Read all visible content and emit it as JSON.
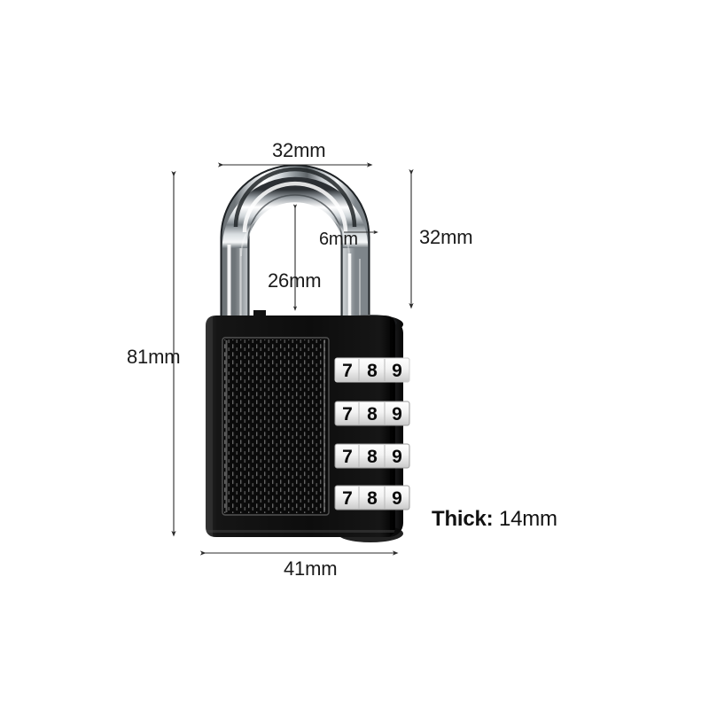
{
  "image": {
    "subject": "combination padlock dimension diagram",
    "background_color": "#ffffff"
  },
  "dimensions": {
    "shackle_width": "32mm",
    "shackle_height": "32mm",
    "shackle_thickness": "6mm",
    "shackle_clearance": "26mm",
    "body_height": "81mm",
    "body_width": "41mm"
  },
  "thickness_note": {
    "label": "Thick:",
    "value": " 14mm"
  },
  "lock": {
    "body_color": "#111111",
    "shackle_color": "#c8ccd0",
    "dial_strip_color": "#f2f2f2",
    "dial_count": 4,
    "dials": [
      {
        "digits": [
          "7",
          "8",
          "9"
        ]
      },
      {
        "digits": [
          "7",
          "8",
          "9"
        ]
      },
      {
        "digits": [
          "7",
          "8",
          "9"
        ]
      },
      {
        "digits": [
          "7",
          "8",
          "9"
        ]
      }
    ]
  }
}
